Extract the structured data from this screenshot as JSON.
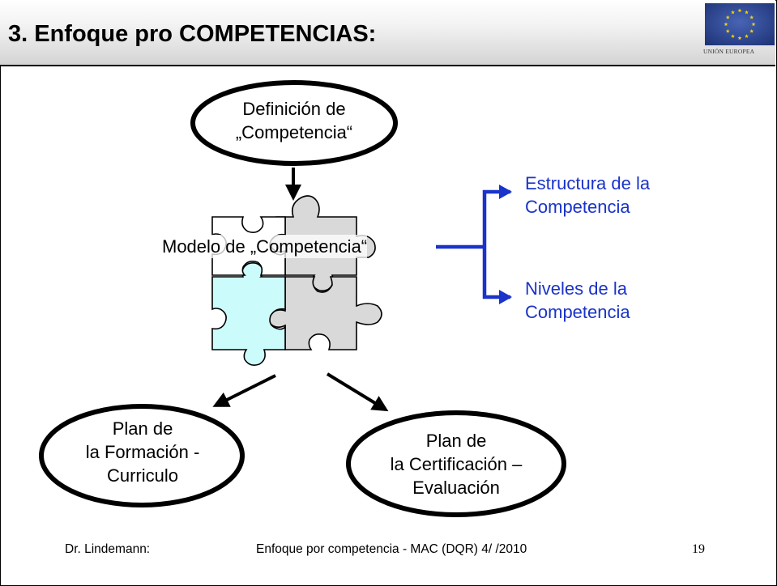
{
  "title": "3. Enfoque pro COMPETENCIAS:",
  "logo": {
    "caption": "UNIÓN EUROPEA",
    "flag_color": "#2f4a9a",
    "star_color": "#f4d400"
  },
  "diagram": {
    "top_node": {
      "line1": "Definición de",
      "line2": "„Competencia“"
    },
    "model_label": "Modelo de „Competencia“",
    "branch_1": {
      "line1": "Estructura de la",
      "line2": "Competencia"
    },
    "branch_2": {
      "line1": "Niveles de la",
      "line2": "Competencia"
    },
    "left_node": {
      "line1": "Plan de",
      "line2": "la Formación -",
      "line3": "Curriculo"
    },
    "right_node": {
      "line1": "Plan de",
      "line2": "la Certificación –",
      "line3": "Evaluación"
    },
    "colors": {
      "branch": "#1a33c9",
      "puzzle_cyan": "#ccfbfc",
      "puzzle_grey": "#d9d9d9"
    }
  },
  "footer": {
    "author": "Dr. Lindemann:",
    "title": "Enfoque por competencia - MAC (DQR) 4/ /2010",
    "page": "19"
  }
}
